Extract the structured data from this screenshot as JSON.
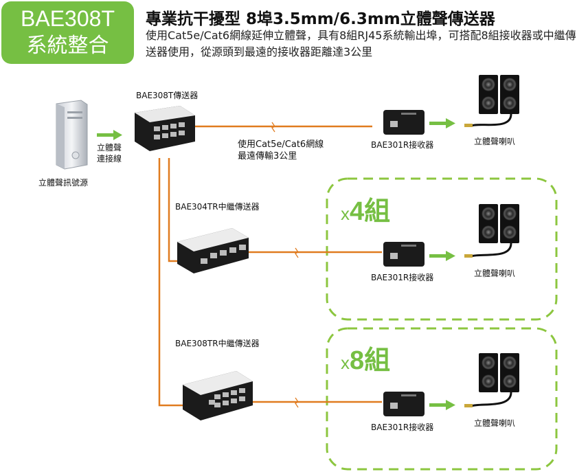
{
  "header": {
    "badge_line1": "BAE308T",
    "badge_line2": "系統整合",
    "title": "專業抗干擾型 8埠3.5mm/6.3mm立體聲傳送器",
    "description": "使用Cat5e/Cat6網線延伸立體聲，具有8組RJ45系統輸出埠，可搭配8組接收器或中繼傳送器使用，從源頭到最遠的接收器距離達3公里"
  },
  "labels": {
    "source": "立體聲訊號源",
    "connect_line1": "立體聲",
    "connect_line2": "連接線",
    "transmitter": "BAE308T傳送器",
    "cable_line1": "使用Cat5e/Cat6網線",
    "cable_line2": "最遠傳輸3公里",
    "repeater_4": "BAE304TR中繼傳送器",
    "repeater_8": "BAE308TR中繼傳送器",
    "receiver": "BAE301R接收器",
    "speaker": "立體聲喇叭"
  },
  "groups": [
    {
      "x": "x",
      "n": "4組"
    },
    {
      "x": "x",
      "n": "8組"
    }
  ],
  "colors": {
    "accent_green": "#76bf43",
    "cable_orange": "#e07b1f",
    "device_dark": "#1b1b1b"
  }
}
